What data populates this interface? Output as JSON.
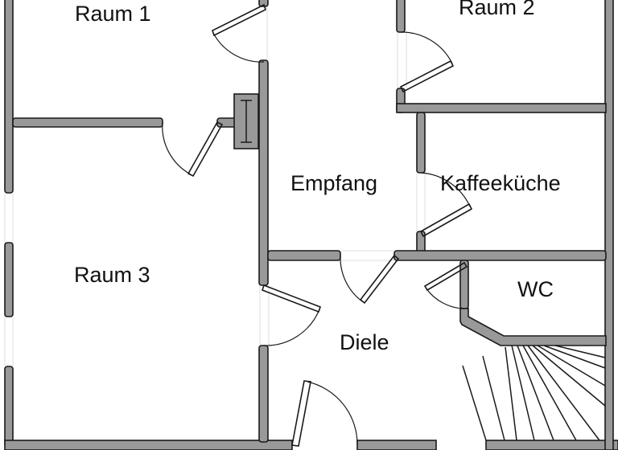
{
  "rooms": {
    "raum1": "Raum 1",
    "raum2": "Raum 2",
    "raum3": "Raum 3",
    "empfang": "Empfang",
    "kaffeekueche": "Kaffeeküche",
    "wc": "WC",
    "diele": "Diele"
  },
  "colors": {
    "wall_fill": "#999999",
    "wall_stroke": "#1a1a1a",
    "background": "#ffffff"
  }
}
